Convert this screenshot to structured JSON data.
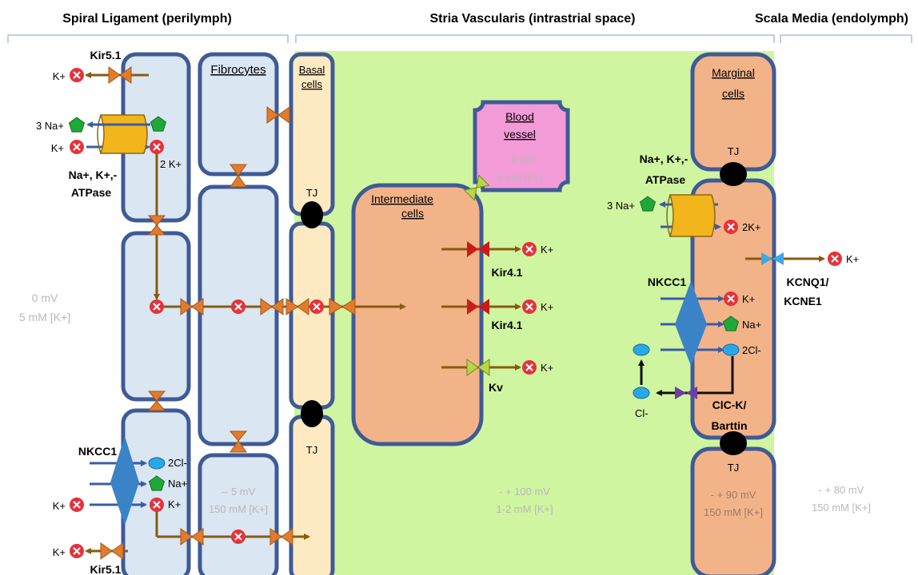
{
  "regions": {
    "spiral_ligament": "Spiral Ligament (perilymph)",
    "stria_vascularis": "Stria Vascularis (intrastrial space)",
    "scala_media": "Scala Media (endolymph)"
  },
  "cells": {
    "fibrocytes": "Fibrocytes",
    "basal_cells": [
      "Basal",
      "cells"
    ],
    "intermediate_cells": [
      "Intermediate",
      "cells"
    ],
    "marginal_cells": [
      "Marginal",
      "cells"
    ],
    "blood_vessel": [
      "Blood",
      "vessel"
    ]
  },
  "potentials": {
    "perilymph": [
      "0 mV",
      "5 mM [K+]"
    ],
    "fibrocytes": [
      "-- 5 mV",
      "150 mM [K+]"
    ],
    "intrastrial": [
      "- + 100 mV",
      "1-2 mM [K+]"
    ],
    "marginal": [
      "- + 90 mV",
      "150 mM [K+]"
    ],
    "endolymph": [
      "- + 80 mV",
      "150 mM [K+]"
    ],
    "blood_vessel": [
      "0 mV",
      "5 mM [K+]"
    ]
  },
  "transporters": {
    "kir51_top": "Kir5.1",
    "kir51_bottom": "Kir5.1",
    "nak_atpase_left": [
      "Na+, K+,-",
      "ATPase"
    ],
    "nak_atpase_right": [
      "Na+, K+,-",
      "ATPase"
    ],
    "nkcc1_left": "NKCC1",
    "nkcc1_right": "NKCC1",
    "kir41_a": "Kir4.1",
    "kir41_b": "Kir4.1",
    "kv": "Kv",
    "kcnq1": [
      "KCNQ1/",
      "KCNE1"
    ],
    "clck": [
      "ClC-K/",
      "Barttin"
    ]
  },
  "junctions": {
    "tj": "TJ"
  },
  "ions": {
    "k": "K+",
    "na": "Na+",
    "cl": "Cl-",
    "three_na": "3 Na+",
    "two_k_left": "2 K+",
    "two_k_right": "2K+",
    "two_cl": "2Cl-"
  },
  "colors": {
    "region_green": "#cff5a0",
    "fibrocyte_fill": "#dae6f2",
    "cell_border": "#3f5b96",
    "basal_fill": "#fdeac2",
    "intermediate_fill": "#f3b389",
    "vessel_fill": "#f39bd7",
    "arrow_brown": "#8a5a10",
    "arrow_blue": "#3b5ba8",
    "channel_orange": "#e07c2c",
    "channel_red": "#cc1a1a",
    "channel_yellow": "#b8d64a",
    "channel_cyan": "#3aa8e8",
    "channel_purple": "#6b3fa0",
    "k_ion": "#e5323a",
    "na_ion": "#1fa83a",
    "cl_ion": "#29a8e8",
    "atpase": "#f3b51c",
    "nkcc": "#3b83c7"
  },
  "icons": {
    "k_ion": "red-circle-x-icon",
    "na_ion": "green-pentagon-icon",
    "cl_ion": "blue-oval-icon",
    "channel": "bowtie-icon",
    "junction": "black-oval-icon"
  }
}
